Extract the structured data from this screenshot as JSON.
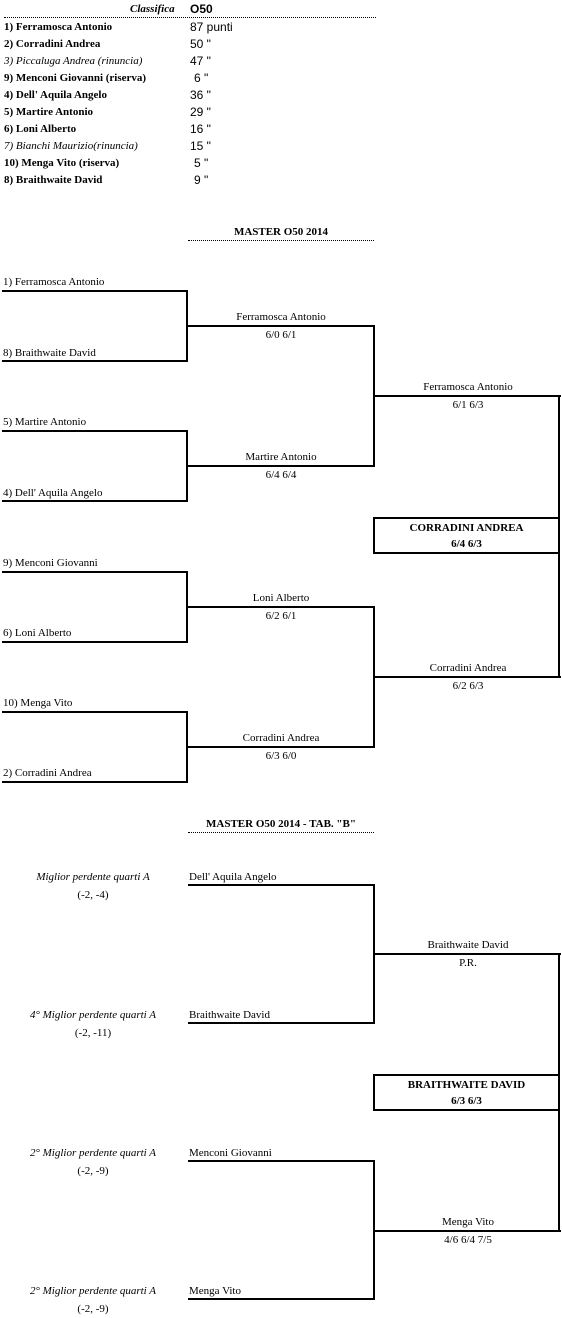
{
  "classifica": {
    "header_label": "Classifica",
    "header_category": "O50",
    "rows": [
      {
        "name": "1) Ferramosca  Antonio",
        "points": "87 punti",
        "style": "bold"
      },
      {
        "name": "2) Corradini Andrea",
        "points": "50   \"",
        "style": "bold"
      },
      {
        "name": "3) Piccaluga Andrea (rinuncia)",
        "points": "47   \"",
        "style": "italic"
      },
      {
        "name": "9) Menconi Giovanni (riserva)",
        "points": " 6    \"",
        "style": "bold"
      },
      {
        "name": "4) Dell' Aquila Angelo",
        "points": "36   \"",
        "style": "bold"
      },
      {
        "name": "5) Martire Antonio",
        "points": "29   \"",
        "style": "bold"
      },
      {
        "name": "6) Loni Alberto",
        "points": "16   \"",
        "style": "bold"
      },
      {
        "name": "7) Bianchi Maurizio(rinuncia)",
        "points": "15   \"",
        "style": "italic"
      },
      {
        "name": "10) Menga Vito (riserva)",
        "points": " 5    \"",
        "style": "bold"
      },
      {
        "name": "8) Braithwaite David",
        "points": " 9    \"",
        "style": "bold"
      }
    ]
  },
  "master_a": {
    "title": "MASTER  O50  2014",
    "round1": [
      "1) Ferramosca  Antonio",
      "8) Braithwaite David",
      "5) Martire Antonio",
      "4) Dell' Aquila Angelo",
      "9) Menconi Giovanni",
      "6) Loni Alberto",
      "10) Menga Vito",
      "2) Corradini Andrea"
    ],
    "round2": [
      {
        "winner": "Ferramosca Antonio",
        "score": "6/0  6/1"
      },
      {
        "winner": "Martire Antonio",
        "score": "6/4  6/4"
      },
      {
        "winner": "Loni Alberto",
        "score": "6/2  6/1"
      },
      {
        "winner": "Corradini Andrea",
        "score": "6/3  6/0"
      }
    ],
    "semis": [
      {
        "winner": "Ferramosca Antonio",
        "score": "6/1  6/3"
      },
      {
        "winner": "Corradini Andrea",
        "score": "6/2  6/3"
      }
    ],
    "champion": {
      "name": "CORRADINI  ANDREA",
      "score": "6/4  6/3"
    }
  },
  "master_b": {
    "title": "MASTER O50 2014 - TAB. \"B\"",
    "entries": [
      {
        "seed": "Miglior perdente quarti A",
        "diff": "(-2, -4)",
        "player": "Dell' Aquila Angelo"
      },
      {
        "seed": "4° Miglior perdente quarti A",
        "diff": "(-2, -11)",
        "player": "Braithwaite David"
      },
      {
        "seed": "2° Miglior perdente quarti A",
        "diff": "(-2, -9)",
        "player": "Menconi Giovanni"
      },
      {
        "seed": "2° Miglior perdente quarti A",
        "diff": "(-2, -9)",
        "player": "Menga Vito"
      }
    ],
    "semis": [
      {
        "winner": "Braithwaite David",
        "score": "P.R."
      },
      {
        "winner": "Menga Vito",
        "score": "4/6  6/4  7/5"
      }
    ],
    "champion": {
      "name": "BRAITHWAITE  DAVID",
      "score": "6/3  6/3"
    }
  }
}
